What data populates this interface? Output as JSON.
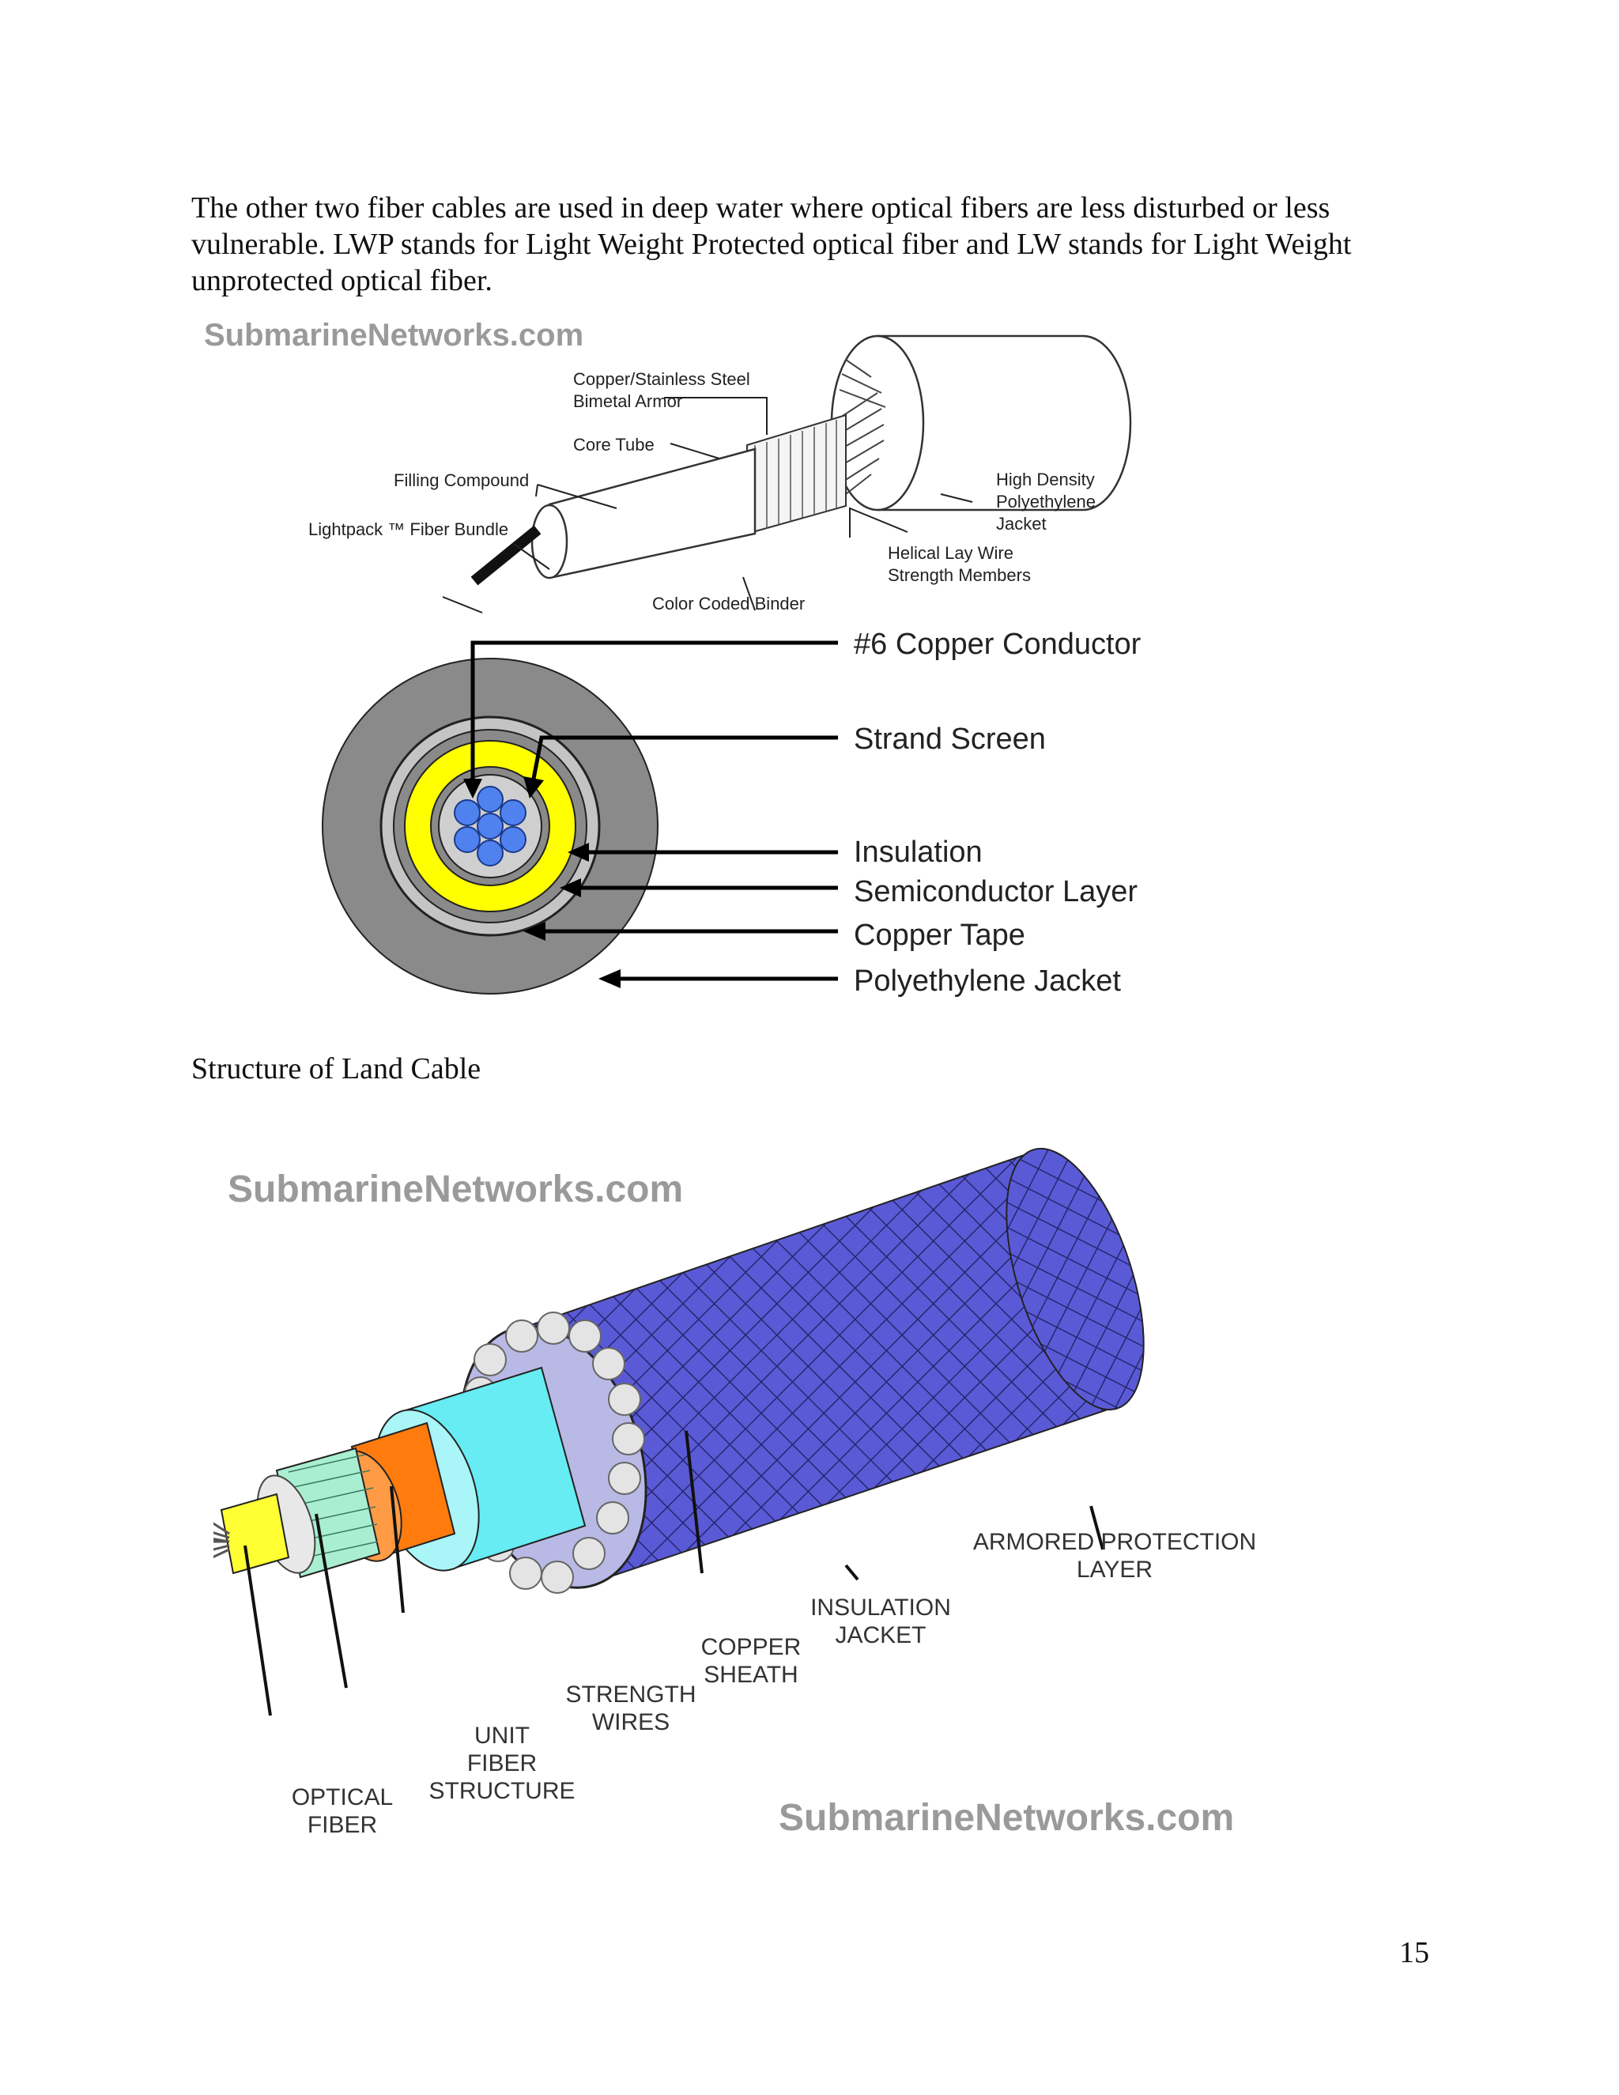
{
  "paragraph": "The other two fiber cables are used in deep water where optical fibers are less disturbed or less vulnerable. LWP stands for Light Weight Protected optical fiber and LW stands for Light Weight unprotected optical fiber.",
  "figure1": {
    "watermark": "SubmarineNetworks.com",
    "labels": {
      "armor_line1": "Copper/Stainless Steel",
      "armor_line2": "Bimetal Armor",
      "core_tube": "Core Tube",
      "filling": "Filling Compound",
      "lightpack": "Lightpack ™ Fiber Bundle",
      "binder": "Color Coded Binder",
      "hd_line1": "High Density",
      "hd_line2": "Polyethylene",
      "hd_line3": "Jacket",
      "helical_line1": "Helical Lay Wire",
      "helical_line2": "Strength Members"
    }
  },
  "figure2": {
    "labels": {
      "conductor": "#6 Copper Conductor",
      "strand": "Strand Screen",
      "insulation": "Insulation",
      "semiconductor": "Semiconductor Layer",
      "copper_tape": "Copper Tape",
      "jacket": "Polyethylene Jacket"
    }
  },
  "caption": "Structure of Land Cable",
  "figure3": {
    "watermark_top": "SubmarineNetworks.com",
    "watermark_bottom": "SubmarineNetworks.com",
    "labels": {
      "armored_1": "ARMORED PROTECTION",
      "armored_2": "LAYER",
      "insulation_1": "INSULATION",
      "insulation_2": "JACKET",
      "copper_1": "COPPER",
      "copper_2": "SHEATH",
      "strength_1": "STRENGTH",
      "strength_2": "WIRES",
      "unit_1": "UNIT",
      "unit_2": "FIBER",
      "unit_3": "STRUCTURE",
      "optical_1": "OPTICAL",
      "optical_2": "FIBER"
    }
  },
  "page_number": "15"
}
